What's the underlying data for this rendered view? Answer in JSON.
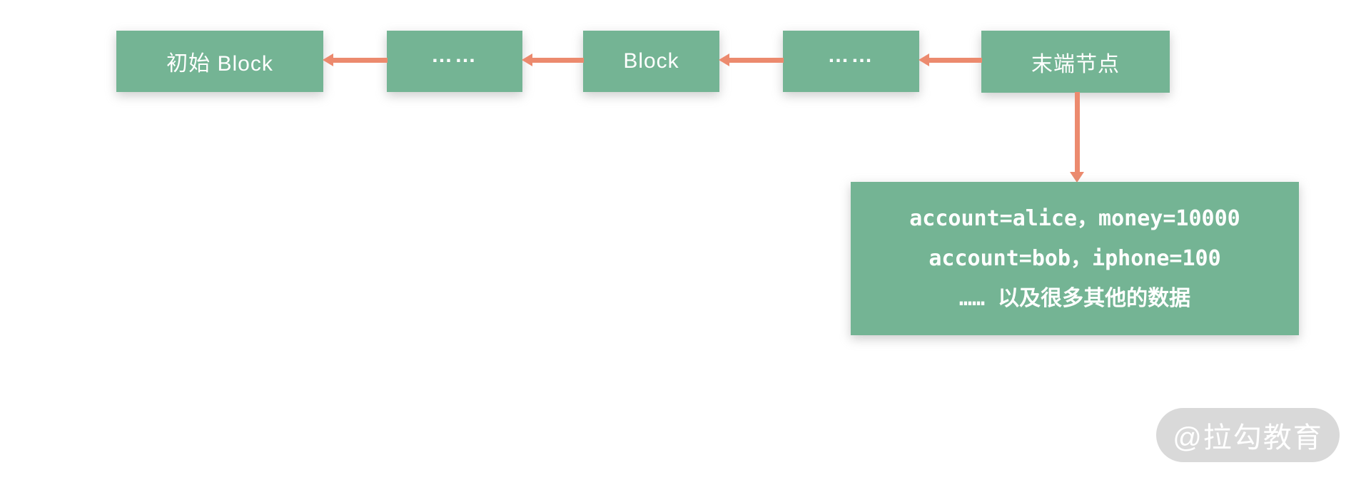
{
  "colors": {
    "node_fill": "#74b494",
    "arrow": "#ec8a6e",
    "node_text": "#ffffff",
    "watermark_bg": "#d9d9d9",
    "watermark_text": "#ffffff"
  },
  "chain": {
    "nodes": [
      {
        "label": "初始 Block"
      },
      {
        "label": "……"
      },
      {
        "label": "Block"
      },
      {
        "label": "……"
      },
      {
        "label": "末端节点"
      }
    ]
  },
  "data_box": {
    "lines": [
      "account=alice，money=10000",
      "account=bob，iphone=100",
      "…… 以及很多其他的数据"
    ]
  },
  "watermark": {
    "label": "@拉勾教育"
  }
}
